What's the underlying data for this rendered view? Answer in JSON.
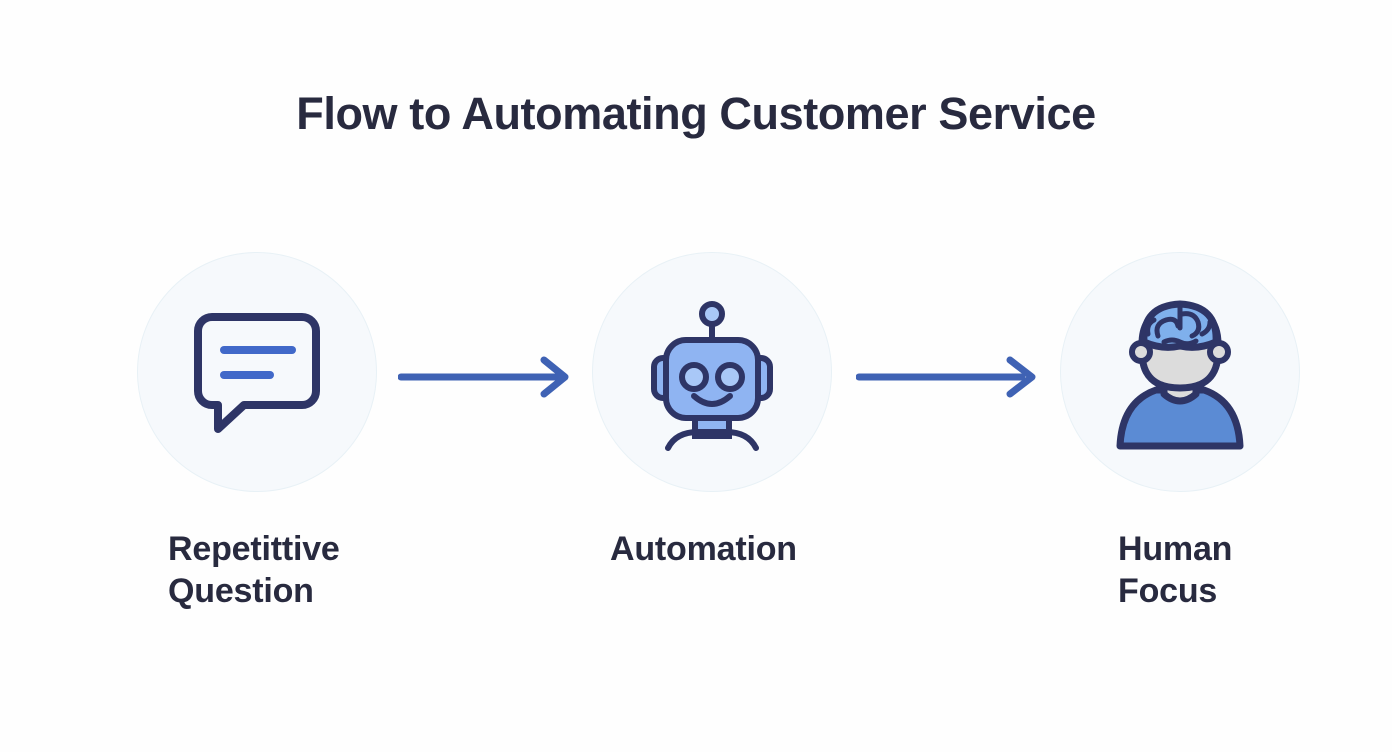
{
  "page": {
    "title": "Flow to Automating Customer Service",
    "background_color": "#fefefe",
    "text_color": "#282a3f"
  },
  "colors": {
    "title_navy": "#282a3f",
    "icon_outline_navy": "#2e3566",
    "accent_blue": "#4169c9",
    "robot_fill_blue": "#8fb4f2",
    "robot_eye_fill": "#a9c8f7",
    "brain_fill_blue": "#7fb0ec",
    "shirt_blue": "#5b8bd4",
    "face_grey": "#dcdcdc",
    "circle_bg": "#f6f9fc",
    "circle_border": "#e8f1f6",
    "arrow_blue": "#3f62b4"
  },
  "flow": {
    "nodes": [
      {
        "id": "repetitive-question",
        "icon": "speech-bubble-icon",
        "label_lines": [
          "Repetittive",
          "Question"
        ]
      },
      {
        "id": "automation",
        "icon": "robot-icon",
        "label_lines": [
          "Automation"
        ]
      },
      {
        "id": "human-focus",
        "icon": "human-brain-icon",
        "label_lines": [
          "Human",
          "Focus"
        ]
      }
    ],
    "connectors": [
      {
        "id": "arrow-1",
        "icon": "arrow-right-icon",
        "from": "repetitive-question",
        "to": "automation"
      },
      {
        "id": "arrow-2",
        "icon": "arrow-right-icon",
        "from": "automation",
        "to": "human-focus"
      }
    ]
  }
}
